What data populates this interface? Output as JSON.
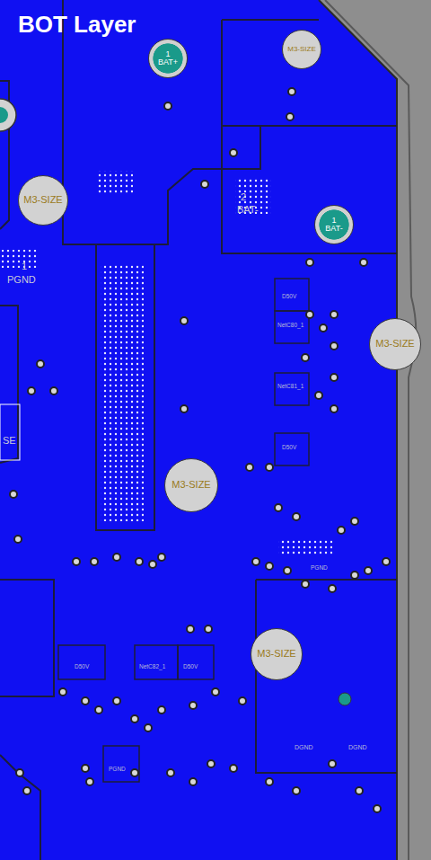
{
  "diagram": {
    "title": "BOT Layer",
    "nodes": [
      {
        "text": [
          "1",
          "BAT+"
        ]
      },
      {
        "text": [
          "M3-SIZE"
        ]
      },
      {
        "text": [
          "M3-SIZE"
        ]
      },
      {
        "text": [
          "1",
          "BAT-"
        ]
      },
      {
        "text": [
          "M3-SIZE"
        ]
      },
      {
        "text": [
          "M3-SIZE"
        ]
      },
      {
        "text": [
          "M3-SIZE"
        ]
      }
    ],
    "labels": [
      "2",
      "BAT-",
      "1",
      "PGND",
      "SE",
      "D50V",
      "NetC80_1",
      "NetC81_1",
      "D50V",
      "PGND",
      "D50V",
      "NetC82_1",
      "D50V",
      "PGND",
      "DGND",
      "DGND"
    ]
  }
}
